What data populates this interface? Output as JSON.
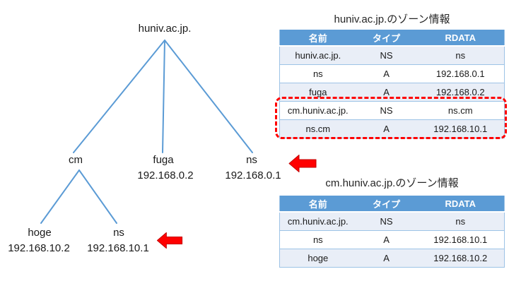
{
  "colors": {
    "tree_line_blue": "#5B9BD5",
    "table_header_blue": "#5B9BD5",
    "table_band_blue": "#E9EEF7",
    "table_border_blue": "#9DC3E6",
    "highlight_red": "#FF0000",
    "arrow_red": "#FF0000"
  },
  "tree": {
    "root": {
      "label": "huniv.ac.jp."
    },
    "children": [
      {
        "label": "cm"
      },
      {
        "label": "fuga",
        "ip": "192.168.0.2"
      },
      {
        "label": "ns",
        "ip": "192.168.0.1"
      }
    ],
    "cm_children": [
      {
        "label": "hoge",
        "ip": "192.168.10.2"
      },
      {
        "label": "ns",
        "ip": "192.168.10.1"
      }
    ]
  },
  "tables": [
    {
      "title": "huniv.ac.jp.のゾーン情報",
      "headers": [
        "名前",
        "タイプ",
        "RDATA"
      ],
      "rows": [
        [
          "huniv.ac.jp.",
          "NS",
          "ns"
        ],
        [
          "ns",
          "A",
          "192.168.0.1"
        ],
        [
          "fuga",
          "A",
          "192.168.0.2"
        ],
        [
          "cm.huniv.ac.jp.",
          "NS",
          "ns.cm"
        ],
        [
          "ns.cm",
          "A",
          "192.168.10.1"
        ]
      ],
      "highlighted_rows": [
        3,
        4
      ]
    },
    {
      "title": "cm.huniv.ac.jp.のゾーン情報",
      "headers": [
        "名前",
        "タイプ",
        "RDATA"
      ],
      "rows": [
        [
          "cm.huniv.ac.jp.",
          "NS",
          "ns"
        ],
        [
          "ns",
          "A",
          "192.168.10.1"
        ],
        [
          "hoge",
          "A",
          "192.168.10.2"
        ]
      ]
    }
  ]
}
